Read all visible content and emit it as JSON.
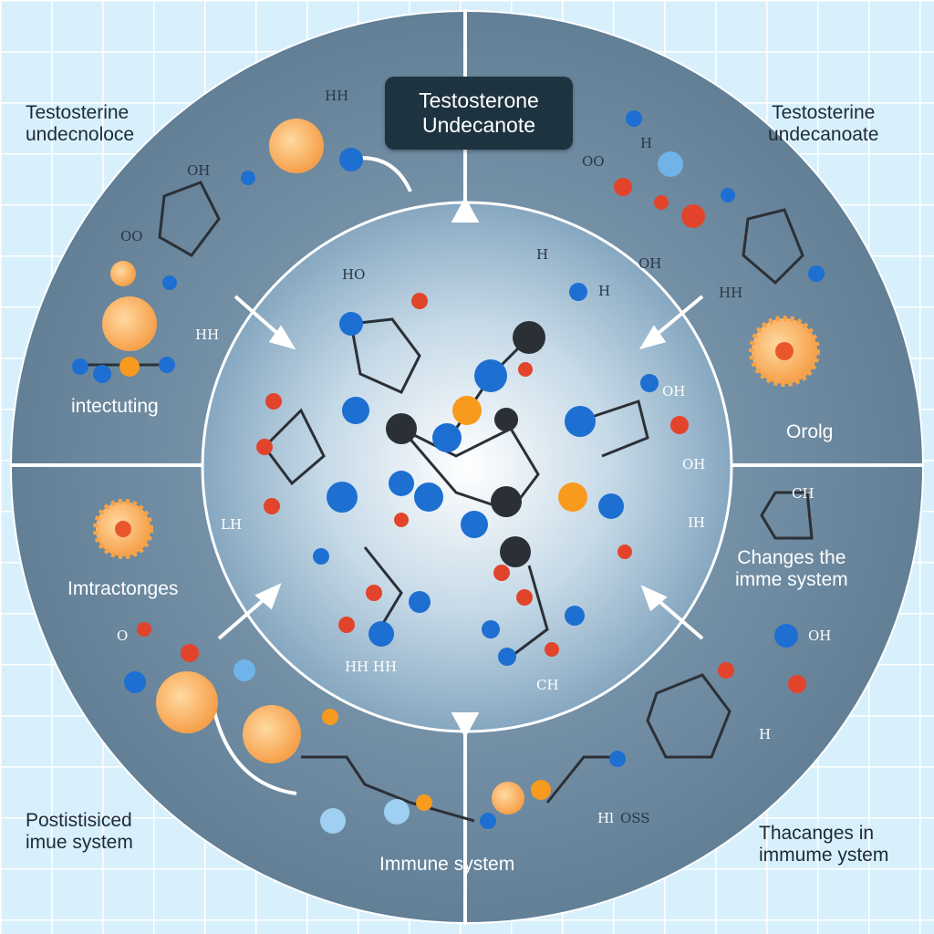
{
  "title": {
    "line1": "Testosterone",
    "line2": "Undecanote"
  },
  "labels": {
    "top_left": [
      "Testosterine",
      "undecnoloce"
    ],
    "top_right": [
      "Testosterine",
      "undecanoate"
    ],
    "mid_left_upper": "intectuting",
    "mid_right_upper": "Orolg",
    "mid_left_lower": "Imtractonges",
    "mid_right_lower": [
      "Changes the",
      "imme system"
    ],
    "bottom_left": [
      "Postistisiced",
      "imue system"
    ],
    "bottom_center": "Immune system",
    "bottom_right": [
      "Thacanges in",
      "immume ystem"
    ]
  },
  "atom_labels": [
    "HH",
    "OH",
    "OO",
    "HH",
    "HO",
    "H",
    "H",
    "H",
    "OO",
    "OH",
    "HH",
    "OH",
    "OH",
    "LH",
    "IH",
    "HH HH",
    "CH",
    "OH",
    "CH",
    "H",
    "OSS",
    "Hl",
    "O"
  ],
  "colors": {
    "outer_ring": "#6d8ca3",
    "inner_circle": "#a9c6da",
    "title_bg": "#1e3340",
    "atom_blue": "#1d6fd1",
    "atom_orange": "#f79a1e",
    "atom_red": "#e2442b",
    "atom_dark": "#2b3036",
    "cell": "#fbb35e"
  }
}
